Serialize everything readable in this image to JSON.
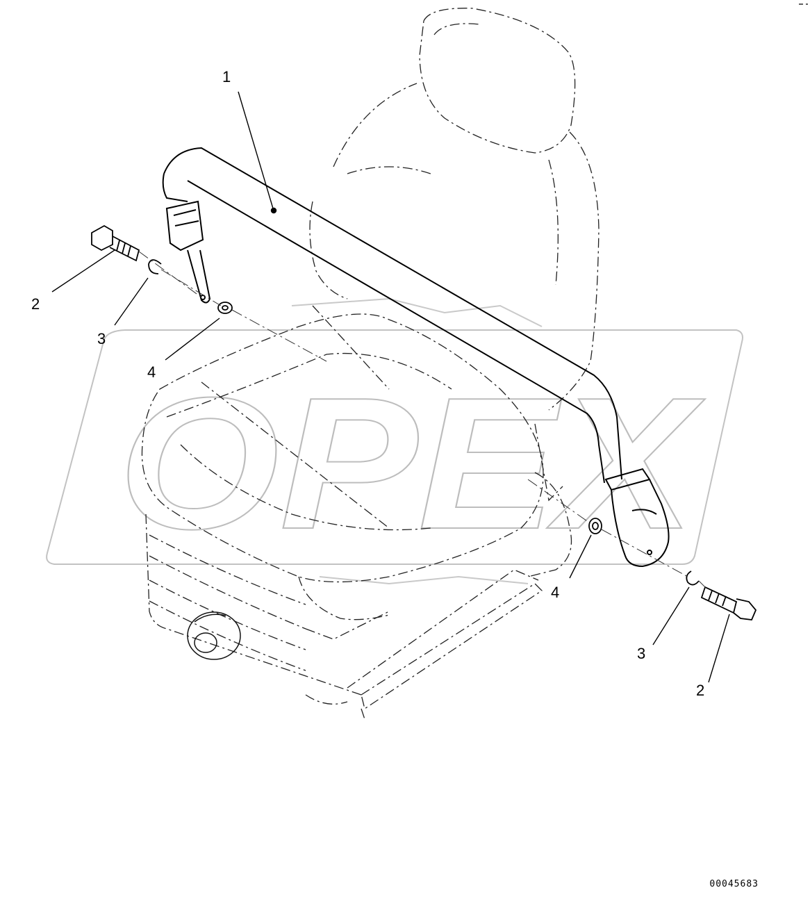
{
  "diagram": {
    "watermark_text": "OPEX",
    "document_number": "00045683",
    "callouts": [
      {
        "id": "c1",
        "label": "1"
      },
      {
        "id": "c2a",
        "label": "2"
      },
      {
        "id": "c3a",
        "label": "3"
      },
      {
        "id": "c4a",
        "label": "4"
      },
      {
        "id": "c4b",
        "label": "4"
      },
      {
        "id": "c3b",
        "label": "3"
      },
      {
        "id": "c2b",
        "label": "2"
      }
    ]
  }
}
